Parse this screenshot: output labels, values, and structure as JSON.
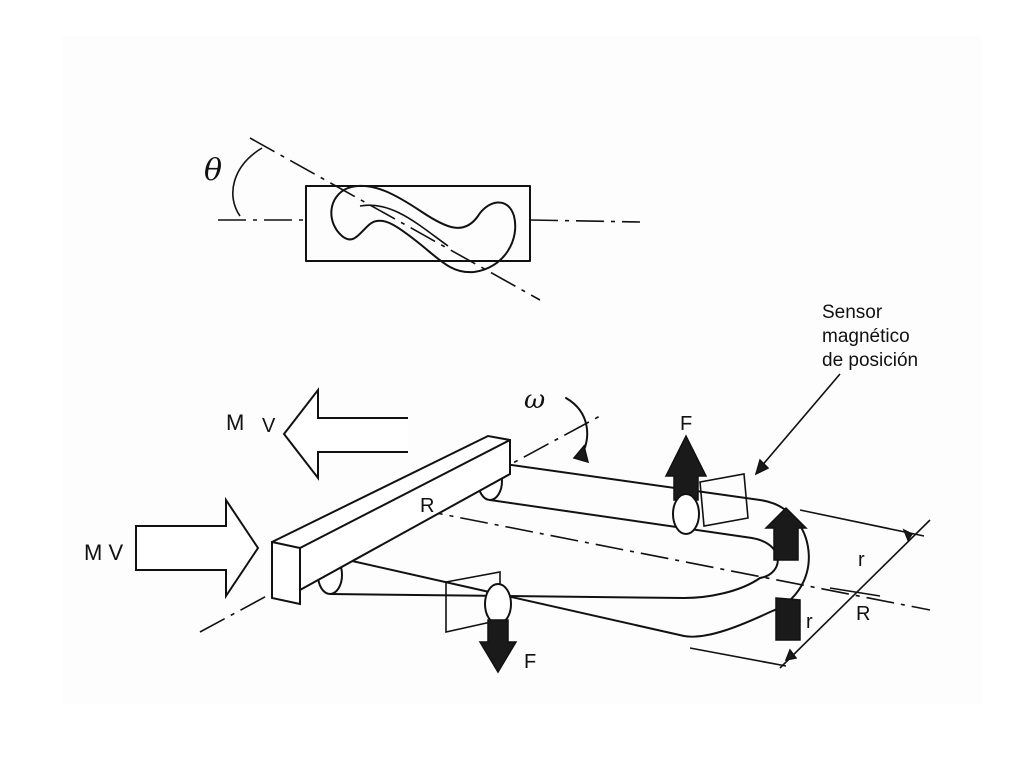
{
  "labels": {
    "theta": "θ",
    "omega": "ω",
    "sensor_line1": "Sensor",
    "sensor_line2": "magnético",
    "sensor_line3": "de posición",
    "mv_top_m": "M",
    "mv_top_v": "V",
    "mv_left": "M V",
    "force_top": "F",
    "force_bottom": "F",
    "radius_center": "R",
    "radius_right": "R",
    "r_upper": "r",
    "r_lower": "r"
  },
  "colors": {
    "ink": "#111111",
    "paper": "#fdfdfd",
    "arrow_fill": "#1a1a1a"
  }
}
